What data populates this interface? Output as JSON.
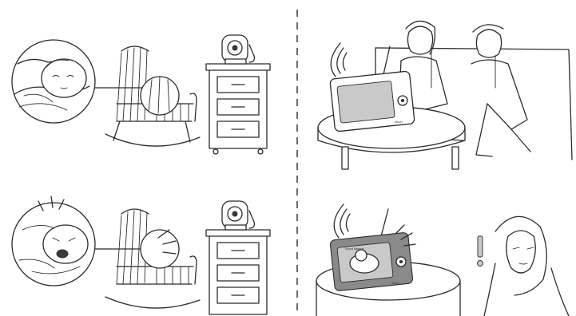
{
  "monitor": {
    "brand_top": "vtech",
    "brand_bottom": "vtech",
    "screen_banner": "Sound Balance"
  },
  "colors": {
    "line": "#2b2b2b",
    "monitor_alert_body": "#8a8a8a",
    "background": "#ffffff"
  },
  "scenes": [
    {
      "name": "quiet",
      "baby_state": "sleeping",
      "monitor_state": "idle",
      "parent_state": "relaxing"
    },
    {
      "name": "alert",
      "baby_state": "crying",
      "monitor_state": "alerting",
      "parent_state": "alerted"
    }
  ],
  "icons": [
    "signal-waves-icon",
    "sound-lines-icon",
    "exclamation-icon"
  ]
}
